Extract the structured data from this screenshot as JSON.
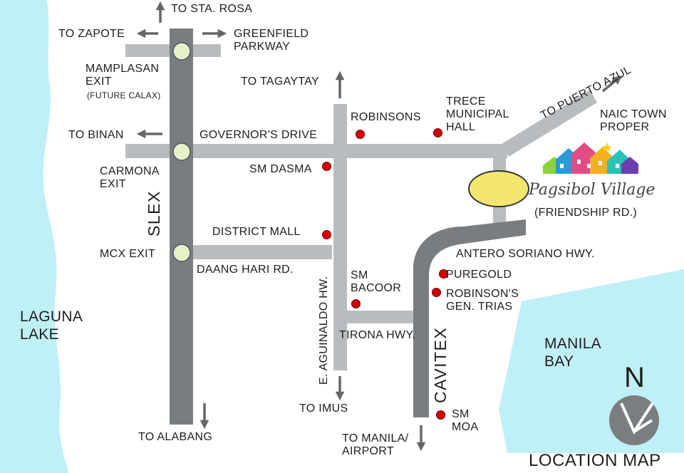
{
  "colors": {
    "water": "#bff0f6",
    "highway": "#7a7d80",
    "road": "#b9bcbe",
    "interchange": "#e4f2c6",
    "village_marker": "#f3e770",
    "poi": "#d40000",
    "text": "#1e1e1e"
  },
  "water": {
    "laguna_lake": "LAGUNA\nLAKE",
    "manila_bay": "MANILA\nBAY"
  },
  "highways": {
    "slex": "SLEX",
    "cavitex": "CAVITEX"
  },
  "roads": {
    "governors_drive": "GOVERNOR'S DRIVE",
    "daang_hari": "DAANG HARI RD.",
    "aguinaldo": "E. AGUINALDO HW.",
    "tirona": "TIRONA HWY.",
    "antero_soriano": "ANTERO SORIANO HWY."
  },
  "exits": {
    "mamplasan": "MAMPLASAN\nEXIT",
    "mamplasan_note": "(FUTURE CALAX)",
    "carmona": "CARMONA\nEXIT",
    "mcx": "MCX EXIT"
  },
  "directions": {
    "sta_rosa": "TO STA. ROSA",
    "zapote": "TO ZAPOTE",
    "greenfield": "GREENFIELD\nPARKWAY",
    "binan": "TO BINAN",
    "alabang": "TO ALABANG",
    "tagaytay": "TO TAGAYTAY",
    "imus": "TO IMUS",
    "manila_airport": "TO MANILA/\nAIRPORT",
    "puerto_azul": "TO PUERTO AZUL",
    "naic": "NAIC TOWN\nPROPER"
  },
  "landmarks": {
    "robinsons": "ROBINSONS",
    "trece": "TRECE\nMUNICIPAL\nHALL",
    "sm_dasma": "SM DASMA",
    "district_mall": "DISTRICT MALL",
    "sm_bacoor": "SM\nBACOOR",
    "puregold": "PUREGOLD",
    "robinsons_gen_trias": "ROBINSON'S\nGEN. TRIAS",
    "sm_moa": "SM\nMOA"
  },
  "village": {
    "name": "Pagsibol Village",
    "road": "(FRIENDSHIP RD.)"
  },
  "compass": "N",
  "title": "LOCATION MAP"
}
